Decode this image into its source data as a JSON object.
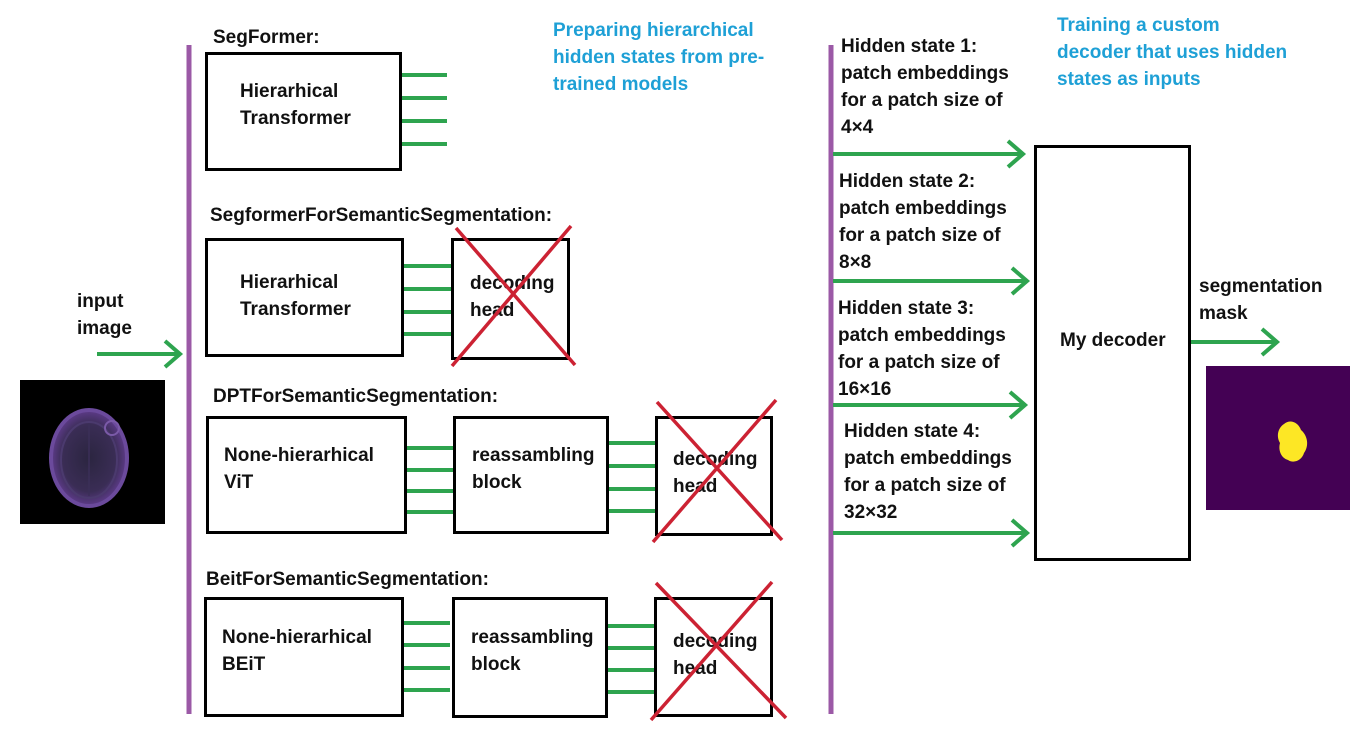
{
  "input": {
    "label_line1": "input",
    "label_line2": "image"
  },
  "segformer": {
    "title": "SegFormer:",
    "encoder_line1": "Hierarhical",
    "encoder_line2": "Transformer"
  },
  "segformer_seg": {
    "title": "SegformerForSemanticSegmentation:",
    "encoder_line1": "Hierarhical",
    "encoder_line2": "Transformer",
    "head_line1": "decoding",
    "head_line2": "head"
  },
  "dpt": {
    "title": "DPTForSemanticSegmentation:",
    "encoder_line1": "None-hierarhical",
    "encoder_line2": "ViT",
    "block_line1": "reassambling",
    "block_line2": "block",
    "head_line1": "decoding",
    "head_line2": "head"
  },
  "beit": {
    "title": "BeitForSemanticSegmentation:",
    "encoder_line1": "None-hierarhical",
    "encoder_line2": "BEiT",
    "block_line1": "reassambling",
    "block_line2": "block",
    "head_line1": "decoding",
    "head_line2": "head"
  },
  "stage1_caption": {
    "line1": "Preparing hierarchical",
    "line2": "hidden states from pre-",
    "line3": "trained models"
  },
  "stage2_caption": {
    "line1": "Training a custom",
    "line2": "decoder that uses hidden",
    "line3": "states as inputs"
  },
  "hidden_states": [
    {
      "title": "Hidden state 1:",
      "line2": "patch embeddings",
      "line3": "for a patch size of",
      "line4": "4×4"
    },
    {
      "title": "Hidden state 2:",
      "line2": "patch embeddings",
      "line3": "for a patch size of",
      "line4": "8×8"
    },
    {
      "title": "Hidden state 3:",
      "line2": "patch embeddings",
      "line3": "for a patch size of",
      "line4": "16×16"
    },
    {
      "title": "Hidden state 4:",
      "line2": "patch embeddings",
      "line3": "for a patch size of",
      "line4": "32×32"
    }
  ],
  "decoder": {
    "label": "My decoder"
  },
  "output": {
    "label_line1": "segmentation",
    "label_line2": "mask"
  },
  "colors": {
    "arrow": "#2ea44f",
    "divider": "#9b59a6",
    "caption": "#1ea0d6",
    "cross": "#cc2233",
    "mask_bg": "#440154",
    "mask_blob": "#fde725"
  }
}
